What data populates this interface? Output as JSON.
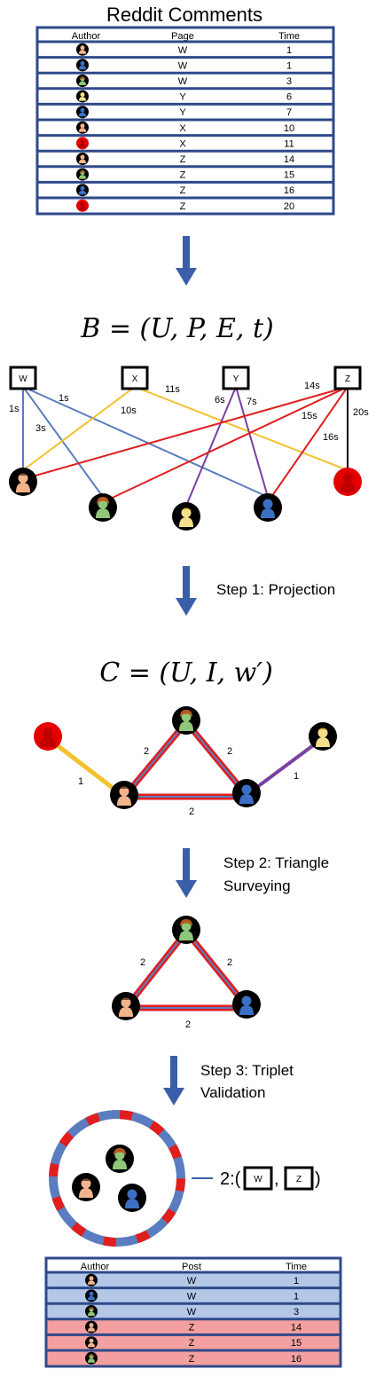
{
  "top_table": {
    "title": "Reddit Comments",
    "headers": [
      "Author",
      "Page",
      "Time"
    ],
    "rows": [
      {
        "author": "black-haired",
        "page": "W",
        "time": "1"
      },
      {
        "author": "blue",
        "page": "W",
        "time": "1"
      },
      {
        "author": "green",
        "page": "W",
        "time": "3"
      },
      {
        "author": "yellow",
        "page": "Y",
        "time": "6"
      },
      {
        "author": "blue",
        "page": "Y",
        "time": "7"
      },
      {
        "author": "black-haired",
        "page": "X",
        "time": "10"
      },
      {
        "author": "red",
        "page": "X",
        "time": "11"
      },
      {
        "author": "black-haired",
        "page": "Z",
        "time": "14"
      },
      {
        "author": "green",
        "page": "Z",
        "time": "15"
      },
      {
        "author": "blue",
        "page": "Z",
        "time": "16"
      },
      {
        "author": "red",
        "page": "Z",
        "time": "20"
      }
    ]
  },
  "bipartite": {
    "formula": "B = (U, P, E, t)",
    "pages": [
      "W",
      "X",
      "Y",
      "Z"
    ],
    "edge_labels": [
      "1s",
      "1s",
      "3s",
      "10s",
      "11s",
      "6s",
      "7s",
      "14s",
      "15s",
      "16s",
      "20s"
    ]
  },
  "steps": {
    "step1": "Step 1: Projection",
    "step2_line1": "Step 2: Triangle",
    "step2_line2": "Surveying",
    "step3_line1": "Step 3: Triplet",
    "step3_line2": "Validation"
  },
  "projection": {
    "formula": "C = (U, I, w′)",
    "edge_labels": [
      "1",
      "2",
      "2",
      "2",
      "1"
    ]
  },
  "triangle": {
    "edge_labels": [
      "2",
      "2",
      "2"
    ]
  },
  "validation": {
    "count": "2:(",
    "pages": [
      "W",
      "Z"
    ],
    "separator": ",",
    "close": ")"
  },
  "bottom_table": {
    "headers": [
      "Author",
      "Post",
      "Time"
    ],
    "rows": [
      {
        "author": "black-haired",
        "post": "W",
        "time": "1",
        "highlight": "#b4c7e7"
      },
      {
        "author": "blue",
        "post": "W",
        "time": "1",
        "highlight": "#b4c7e7"
      },
      {
        "author": "green",
        "post": "W",
        "time": "3",
        "highlight": "#b4c7e7"
      },
      {
        "author": "black-haired",
        "post": "Z",
        "time": "14",
        "highlight": "#f4a0a0"
      },
      {
        "author": "black-haired",
        "post": "Z",
        "time": "15",
        "highlight": "#f4a0a0"
      },
      {
        "author": "green",
        "post": "Z",
        "time": "16",
        "highlight": "#f4a0a0"
      }
    ]
  },
  "colors": {
    "table_border": "#2f4a8a",
    "arrow": "#3a5fa8",
    "edge_blue": "#5b7dbf",
    "edge_yellow": "#f2c12e",
    "edge_red": "#e01e1e",
    "edge_purple": "#7a3fa0",
    "user_red": "#e50000",
    "user_blue": "#3b6fc4",
    "user_green": "#8fc87a",
    "user_peach": "#f2b48c",
    "user_yellow": "#f4e08a"
  }
}
